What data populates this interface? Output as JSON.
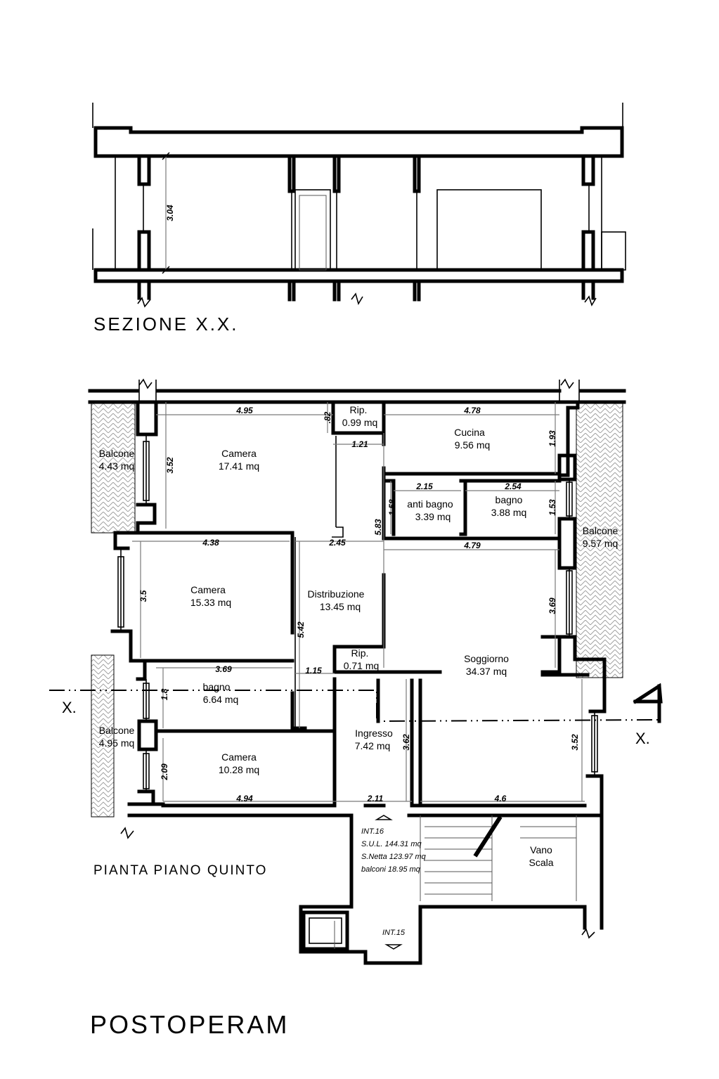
{
  "section": {
    "title": "SEZIONE X.X.",
    "height_dim": "3.04"
  },
  "plan": {
    "title": "PIANTA PIANO QUINTO",
    "rooms": [
      {
        "name": "Camera",
        "area": "17.41 mq"
      },
      {
        "name": "Rip.",
        "area": "0.99 mq"
      },
      {
        "name": "Cucina",
        "area": "9.56 mq"
      },
      {
        "name": "anti bagno",
        "area": "3.39 mq"
      },
      {
        "name": "bagno",
        "area": "3.88 mq"
      },
      {
        "name": "Camera",
        "area": "15.33 mq"
      },
      {
        "name": "Distribuzione",
        "area": "13.45 mq"
      },
      {
        "name": "Rip.",
        "area": "0.71 mq"
      },
      {
        "name": "Soggiorno",
        "area": "34.37 mq"
      },
      {
        "name": "bagno",
        "area": "6.64 mq"
      },
      {
        "name": "Ingresso",
        "area": "7.42 mq"
      },
      {
        "name": "Camera",
        "area": "10.28 mq"
      },
      {
        "name": "Balcone",
        "area": "4.43 mq"
      },
      {
        "name": "Balcone",
        "area": "9.57 mq"
      },
      {
        "name": "Balcone",
        "area": "4.95 mq"
      }
    ],
    "dimensions": [
      "4.95",
      ".82",
      "4.78",
      "3.52",
      "1.21",
      "1.93",
      "2.15",
      "2.54",
      "1.58",
      "1.53",
      "5.83",
      "4.38",
      "2.45",
      "4.79",
      "3.5",
      "5.42",
      "3.69",
      "3.69",
      "1.15",
      "1.8",
      "3.62",
      "3.52",
      "2.09",
      "4.94",
      "2.11",
      "4.6"
    ],
    "stair_label": [
      "Vano",
      "Scala"
    ],
    "unit_info": [
      "INT.16",
      "S.U.L. 144.31 mq",
      "S.Netta 123.97 mq",
      "balconi 18.95 mq"
    ],
    "lower_unit": "INT.15",
    "cut_labels": [
      "X.",
      "X."
    ]
  },
  "footer": {
    "title": "POSTOPERAM"
  }
}
